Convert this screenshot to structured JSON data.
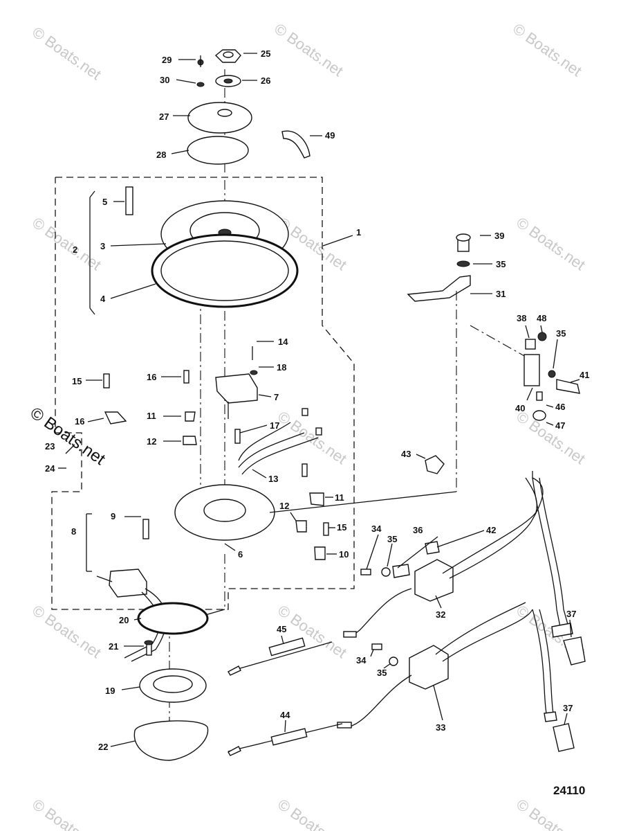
{
  "watermark": {
    "text": "© Boats.net",
    "color": "#c8c8c8"
  },
  "figure_number": "24110",
  "parts": [
    {
      "id": "p1",
      "label": "1"
    },
    {
      "id": "p2",
      "label": "2"
    },
    {
      "id": "p3",
      "label": "3"
    },
    {
      "id": "p4",
      "label": "4"
    },
    {
      "id": "p5",
      "label": "5"
    },
    {
      "id": "p6",
      "label": "6"
    },
    {
      "id": "p7",
      "label": "7"
    },
    {
      "id": "p8",
      "label": "8"
    },
    {
      "id": "p9",
      "label": "9"
    },
    {
      "id": "p10",
      "label": "10"
    },
    {
      "id": "p11a",
      "label": "11"
    },
    {
      "id": "p11b",
      "label": "11"
    },
    {
      "id": "p12a",
      "label": "12"
    },
    {
      "id": "p12b",
      "label": "12"
    },
    {
      "id": "p13",
      "label": "13"
    },
    {
      "id": "p14",
      "label": "14"
    },
    {
      "id": "p15a",
      "label": "15"
    },
    {
      "id": "p15b",
      "label": "15"
    },
    {
      "id": "p16a",
      "label": "16"
    },
    {
      "id": "p16b",
      "label": "16"
    },
    {
      "id": "p17",
      "label": "17"
    },
    {
      "id": "p18",
      "label": "18"
    },
    {
      "id": "p19",
      "label": "19"
    },
    {
      "id": "p20",
      "label": "20"
    },
    {
      "id": "p21",
      "label": "21"
    },
    {
      "id": "p22",
      "label": "22"
    },
    {
      "id": "p23",
      "label": "23"
    },
    {
      "id": "p24",
      "label": "24"
    },
    {
      "id": "p25",
      "label": "25"
    },
    {
      "id": "p26",
      "label": "26"
    },
    {
      "id": "p27",
      "label": "27"
    },
    {
      "id": "p28",
      "label": "28"
    },
    {
      "id": "p29",
      "label": "29"
    },
    {
      "id": "p30",
      "label": "30"
    },
    {
      "id": "p31",
      "label": "31"
    },
    {
      "id": "p32",
      "label": "32"
    },
    {
      "id": "p33",
      "label": "33"
    },
    {
      "id": "p34a",
      "label": "34"
    },
    {
      "id": "p34b",
      "label": "34"
    },
    {
      "id": "p35a",
      "label": "35"
    },
    {
      "id": "p35b",
      "label": "35"
    },
    {
      "id": "p35c",
      "label": "35"
    },
    {
      "id": "p35d",
      "label": "35"
    },
    {
      "id": "p36",
      "label": "36"
    },
    {
      "id": "p37a",
      "label": "37"
    },
    {
      "id": "p37b",
      "label": "37"
    },
    {
      "id": "p38",
      "label": "38"
    },
    {
      "id": "p39",
      "label": "39"
    },
    {
      "id": "p40",
      "label": "40"
    },
    {
      "id": "p41",
      "label": "41"
    },
    {
      "id": "p42",
      "label": "42"
    },
    {
      "id": "p43",
      "label": "43"
    },
    {
      "id": "p44",
      "label": "44"
    },
    {
      "id": "p45",
      "label": "45"
    },
    {
      "id": "p46",
      "label": "46"
    },
    {
      "id": "p47",
      "label": "47"
    },
    {
      "id": "p48",
      "label": "48"
    },
    {
      "id": "p49",
      "label": "49"
    }
  ]
}
